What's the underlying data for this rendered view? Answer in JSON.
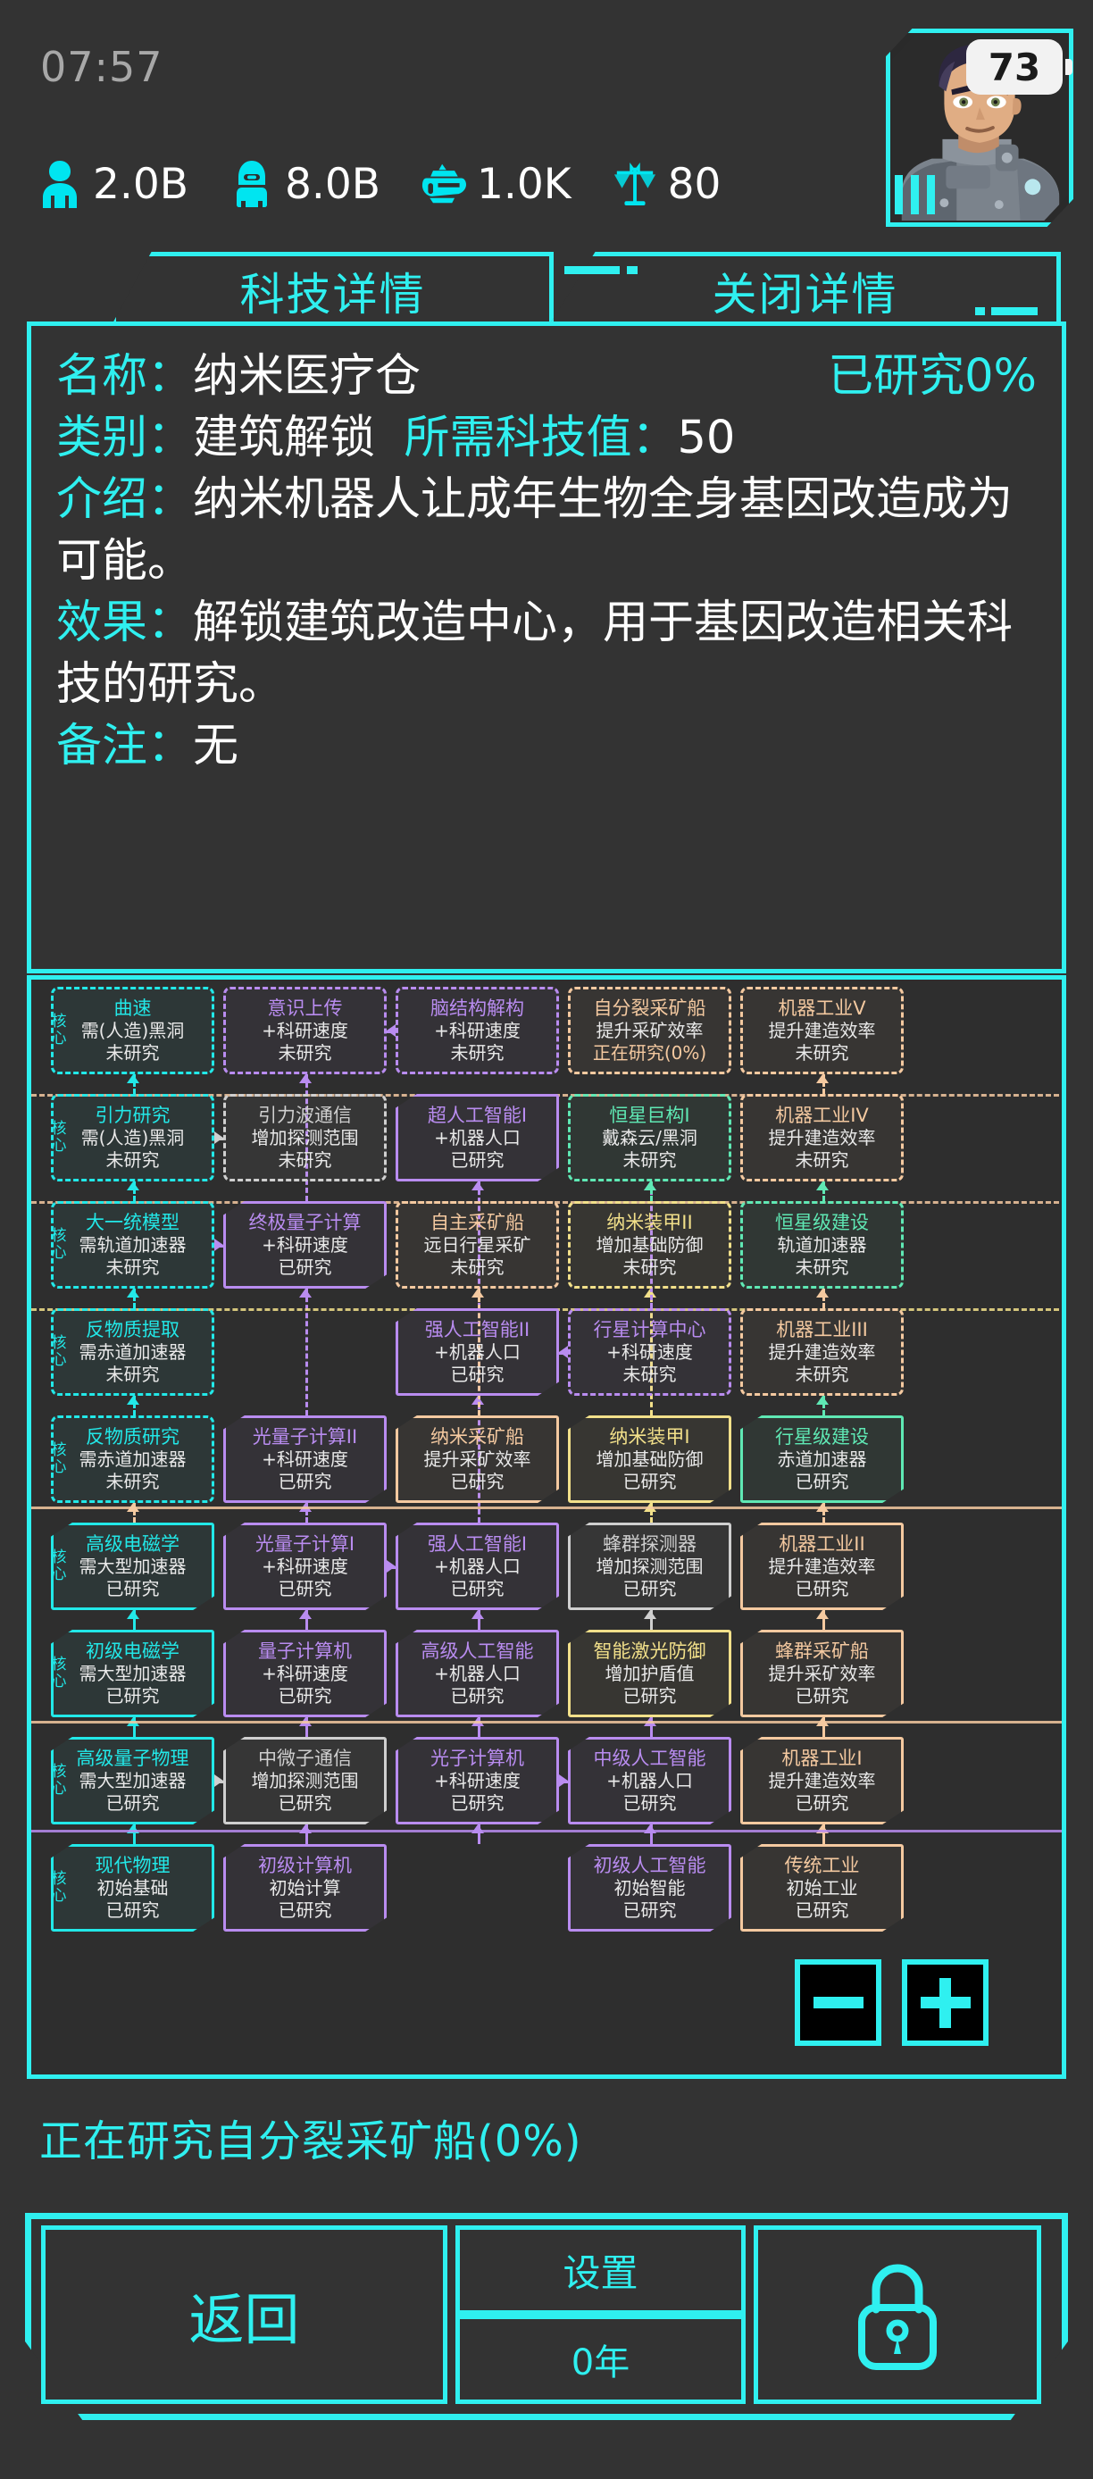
{
  "statusbar": {
    "clock": "07:57"
  },
  "avatar": {
    "battery_level": "73",
    "portrait_icon": "commander-portrait",
    "bars_icon": "signal-bars-icon"
  },
  "resources": [
    {
      "icon": "population-icon",
      "label": "population",
      "value": "2.0B"
    },
    {
      "icon": "robot-icon",
      "label": "robots",
      "value": "8.0B"
    },
    {
      "icon": "ship-icon",
      "label": "ships",
      "value": "1.0K"
    },
    {
      "icon": "balance-scale-icon",
      "label": "stability",
      "value": "80"
    }
  ],
  "tabs": [
    {
      "label": "科技详情",
      "name": "tab-tech-details",
      "active": true
    },
    {
      "label": "关闭详情",
      "name": "tab-close-details",
      "active": false
    }
  ],
  "detail": {
    "name_key": "名称：",
    "name_value": "纳米医疗仓",
    "progress_label": "已研究0%",
    "category_key": "类别：",
    "category_value": "建筑解锁",
    "cost_key": "所需科技值：",
    "cost_value": "50",
    "intro_key": "介绍：",
    "intro_value": "纳米机器人让成年生物全身基因改造成为可能。",
    "effect_key": "效果：",
    "effect_value": "解锁建筑改造中心，用于基因改造相关科技的研究。",
    "note_key": "备注：",
    "note_value": "无"
  },
  "tree": {
    "core_label": "核心",
    "zoom_out_label": "−",
    "zoom_in_label": "+",
    "nodes": [
      {
        "id": "n00",
        "col": 0,
        "row": 0,
        "name": "曲速",
        "effect": "需(人造)黑洞",
        "status": "未研究",
        "state": "undone",
        "color": "#22e8e8",
        "core": true
      },
      {
        "id": "n10",
        "col": 1,
        "row": 0,
        "name": "意识上传",
        "effect": "+科研速度",
        "status": "未研究",
        "state": "undone",
        "color": "#b98cf0",
        "core": false
      },
      {
        "id": "n20",
        "col": 2,
        "row": 0,
        "name": "脑结构解构",
        "effect": "+科研速度",
        "status": "未研究",
        "state": "undone",
        "color": "#b98cf0",
        "core": false
      },
      {
        "id": "n30",
        "col": 3,
        "row": 0,
        "name": "自分裂采矿船",
        "effect": "提升采矿效率",
        "status": "正在研究(0%)",
        "state": "inprog",
        "color": "#f4c9a0",
        "core": false
      },
      {
        "id": "n40",
        "col": 4,
        "row": 0,
        "name": "机器工业V",
        "effect": "提升建造效率",
        "status": "未研究",
        "state": "undone",
        "color": "#f4c9a0",
        "core": false
      },
      {
        "id": "n01",
        "col": 0,
        "row": 1,
        "name": "引力研究",
        "effect": "需(人造)黑洞",
        "status": "未研究",
        "state": "undone",
        "color": "#22e8e8",
        "core": true
      },
      {
        "id": "n11",
        "col": 1,
        "row": 1,
        "name": "引力波通信",
        "effect": "增加探测范围",
        "status": "未研究",
        "state": "undone",
        "color": "#cfcfcf",
        "core": false
      },
      {
        "id": "n21",
        "col": 2,
        "row": 1,
        "name": "超人工智能I",
        "effect": "+机器人口",
        "status": "已研究",
        "state": "done",
        "color": "#b98cf0",
        "core": false
      },
      {
        "id": "n31",
        "col": 3,
        "row": 1,
        "name": "恒星巨构I",
        "effect": "戴森云/黑洞",
        "status": "未研究",
        "state": "undone",
        "color": "#5fe8b4",
        "core": false
      },
      {
        "id": "n41",
        "col": 4,
        "row": 1,
        "name": "机器工业IV",
        "effect": "提升建造效率",
        "status": "未研究",
        "state": "undone",
        "color": "#f4c9a0",
        "core": false
      },
      {
        "id": "n02",
        "col": 0,
        "row": 2,
        "name": "大一统模型",
        "effect": "需轨道加速器",
        "status": "未研究",
        "state": "undone",
        "color": "#22e8e8",
        "core": true
      },
      {
        "id": "n12",
        "col": 1,
        "row": 2,
        "name": "终极量子计算",
        "effect": "+科研速度",
        "status": "已研究",
        "state": "done",
        "color": "#b98cf0",
        "core": false
      },
      {
        "id": "n22",
        "col": 2,
        "row": 2,
        "name": "自主采矿船",
        "effect": "远日行星采矿",
        "status": "未研究",
        "state": "undone",
        "color": "#f4c9a0",
        "core": false
      },
      {
        "id": "n32",
        "col": 3,
        "row": 2,
        "name": "纳米装甲II",
        "effect": "增加基础防御",
        "status": "未研究",
        "state": "undone",
        "color": "#f2e08a",
        "core": false
      },
      {
        "id": "n42",
        "col": 4,
        "row": 2,
        "name": "恒星级建设",
        "effect": "轨道加速器",
        "status": "未研究",
        "state": "undone",
        "color": "#5fe8b4",
        "core": false
      },
      {
        "id": "n03",
        "col": 0,
        "row": 3,
        "name": "反物质提取",
        "effect": "需赤道加速器",
        "status": "未研究",
        "state": "undone",
        "color": "#22e8e8",
        "core": true
      },
      {
        "id": "n13",
        "col": 1,
        "row": 3,
        "name": "",
        "effect": "",
        "status": "",
        "state": "empty",
        "color": "#b98cf0",
        "core": false
      },
      {
        "id": "n23",
        "col": 2,
        "row": 3,
        "name": "强人工智能II",
        "effect": "+机器人口",
        "status": "已研究",
        "state": "done",
        "color": "#b98cf0",
        "core": false
      },
      {
        "id": "n33",
        "col": 3,
        "row": 3,
        "name": "行星计算中心",
        "effect": "+科研速度",
        "status": "未研究",
        "state": "undone",
        "color": "#b98cf0",
        "core": false
      },
      {
        "id": "n43",
        "col": 4,
        "row": 3,
        "name": "机器工业III",
        "effect": "提升建造效率",
        "status": "未研究",
        "state": "undone",
        "color": "#f4c9a0",
        "core": false
      },
      {
        "id": "n04",
        "col": 0,
        "row": 4,
        "name": "反物质研究",
        "effect": "需赤道加速器",
        "status": "未研究",
        "state": "undone",
        "color": "#22e8e8",
        "core": true
      },
      {
        "id": "n14",
        "col": 1,
        "row": 4,
        "name": "光量子计算II",
        "effect": "+科研速度",
        "status": "已研究",
        "state": "done",
        "color": "#b98cf0",
        "core": false
      },
      {
        "id": "n24",
        "col": 2,
        "row": 4,
        "name": "纳米采矿船",
        "effect": "提升采矿效率",
        "status": "已研究",
        "state": "done",
        "color": "#f4c9a0",
        "core": false
      },
      {
        "id": "n34",
        "col": 3,
        "row": 4,
        "name": "纳米装甲I",
        "effect": "增加基础防御",
        "status": "已研究",
        "state": "done",
        "color": "#f2e08a",
        "core": false
      },
      {
        "id": "n44",
        "col": 4,
        "row": 4,
        "name": "行星级建设",
        "effect": "赤道加速器",
        "status": "已研究",
        "state": "done",
        "color": "#5fe8b4",
        "core": false
      },
      {
        "id": "n05",
        "col": 0,
        "row": 5,
        "name": "高级电磁学",
        "effect": "需大型加速器",
        "status": "已研究",
        "state": "done",
        "color": "#22e8e8",
        "core": true
      },
      {
        "id": "n15",
        "col": 1,
        "row": 5,
        "name": "光量子计算I",
        "effect": "+科研速度",
        "status": "已研究",
        "state": "done",
        "color": "#b98cf0",
        "core": false
      },
      {
        "id": "n25",
        "col": 2,
        "row": 5,
        "name": "强人工智能I",
        "effect": "+机器人口",
        "status": "已研究",
        "state": "done",
        "color": "#b98cf0",
        "core": false
      },
      {
        "id": "n35",
        "col": 3,
        "row": 5,
        "name": "蜂群探测器",
        "effect": "增加探测范围",
        "status": "已研究",
        "state": "done",
        "color": "#cfcfcf",
        "core": false
      },
      {
        "id": "n45",
        "col": 4,
        "row": 5,
        "name": "机器工业II",
        "effect": "提升建造效率",
        "status": "已研究",
        "state": "done",
        "color": "#f4c9a0",
        "core": false
      },
      {
        "id": "n06",
        "col": 0,
        "row": 6,
        "name": "初级电磁学",
        "effect": "需大型加速器",
        "status": "已研究",
        "state": "done",
        "color": "#22e8e8",
        "core": true
      },
      {
        "id": "n16",
        "col": 1,
        "row": 6,
        "name": "量子计算机",
        "effect": "+科研速度",
        "status": "已研究",
        "state": "done",
        "color": "#b98cf0",
        "core": false
      },
      {
        "id": "n26",
        "col": 2,
        "row": 6,
        "name": "高级人工智能",
        "effect": "+机器人口",
        "status": "已研究",
        "state": "done",
        "color": "#b98cf0",
        "core": false
      },
      {
        "id": "n36",
        "col": 3,
        "row": 6,
        "name": "智能激光防御",
        "effect": "增加护盾值",
        "status": "已研究",
        "state": "done",
        "color": "#f2e08a",
        "core": false
      },
      {
        "id": "n46",
        "col": 4,
        "row": 6,
        "name": "蜂群采矿船",
        "effect": "提升采矿效率",
        "status": "已研究",
        "state": "done",
        "color": "#f4c9a0",
        "core": false
      },
      {
        "id": "n07",
        "col": 0,
        "row": 7,
        "name": "高级量子物理",
        "effect": "需大型加速器",
        "status": "已研究",
        "state": "done",
        "color": "#22e8e8",
        "core": true
      },
      {
        "id": "n17",
        "col": 1,
        "row": 7,
        "name": "中微子通信",
        "effect": "增加探测范围",
        "status": "已研究",
        "state": "done",
        "color": "#cfcfcf",
        "core": false
      },
      {
        "id": "n27",
        "col": 2,
        "row": 7,
        "name": "光子计算机",
        "effect": "+科研速度",
        "status": "已研究",
        "state": "done",
        "color": "#b98cf0",
        "core": false
      },
      {
        "id": "n37",
        "col": 3,
        "row": 7,
        "name": "中级人工智能",
        "effect": "+机器人口",
        "status": "已研究",
        "state": "done",
        "color": "#b98cf0",
        "core": false
      },
      {
        "id": "n47",
        "col": 4,
        "row": 7,
        "name": "机器工业I",
        "effect": "提升建造效率",
        "status": "已研究",
        "state": "done",
        "color": "#f4c9a0",
        "core": false
      },
      {
        "id": "n08",
        "col": 0,
        "row": 8,
        "name": "现代物理",
        "effect": "初始基础",
        "status": "已研究",
        "state": "done",
        "color": "#22e8e8",
        "core": true
      },
      {
        "id": "n18",
        "col": 1,
        "row": 8,
        "name": "初级计算机",
        "effect": "初始计算",
        "status": "已研究",
        "state": "done",
        "color": "#b98cf0",
        "core": false
      },
      {
        "id": "n28",
        "col": 2,
        "row": 8,
        "name": "",
        "effect": "",
        "status": "",
        "state": "empty",
        "color": "#b98cf0",
        "core": false
      },
      {
        "id": "n38",
        "col": 3,
        "row": 8,
        "name": "初级人工智能",
        "effect": "初始智能",
        "status": "已研究",
        "state": "done",
        "color": "#b98cf0",
        "core": false
      },
      {
        "id": "n48",
        "col": 4,
        "row": 8,
        "name": "传统工业",
        "effect": "初始工业",
        "status": "已研究",
        "state": "done",
        "color": "#f4c9a0",
        "core": false
      }
    ]
  },
  "research_status": {
    "text": "正在研究自分裂采矿船(0%)"
  },
  "bottom": {
    "back_label": "返回",
    "settings_label": "设置",
    "year_label": "0年",
    "lock_icon": "lock-icon"
  },
  "colors": {
    "accent": "#2ff0f0",
    "background": "#333333",
    "panel": "#2e2e2e",
    "text": "#ffffff"
  }
}
